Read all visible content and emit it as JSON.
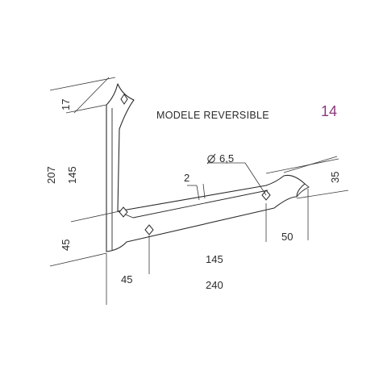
{
  "title": "MODELE  REVERSIBLE",
  "model_number": "14",
  "accent_color": "#8b3a7e",
  "dimensions": {
    "tip_height": "17",
    "total_height": "207",
    "leg_height": "145",
    "leg_width_vertical": "45",
    "thickness": "2",
    "hole_diameter": "6,5",
    "end_width": "35",
    "end_length": "50",
    "horizontal_145": "145",
    "horizontal_45": "45",
    "total_length": "240"
  },
  "icons": {
    "diameter": "diameter-symbol-icon"
  }
}
